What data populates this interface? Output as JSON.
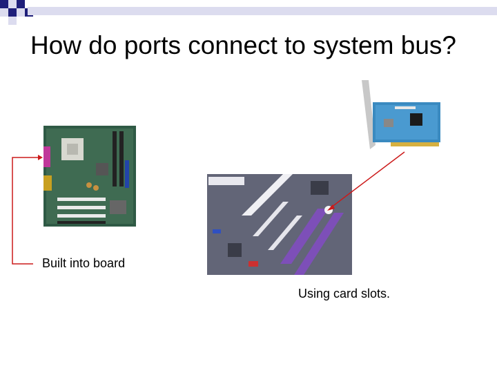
{
  "slide": {
    "title": "How do ports connect to system bus?",
    "captions": {
      "built_in": "Built into board",
      "card_slots": "Using card slots."
    }
  },
  "colors": {
    "accent_navy": "#1f1f7a",
    "accent_light": "#dcdcef",
    "arrow_red": "#cc1a1a"
  },
  "images": {
    "motherboard": "motherboard-photo",
    "expansion_slots": "expansion-slots-photo",
    "expansion_card": "network-card-photo"
  }
}
